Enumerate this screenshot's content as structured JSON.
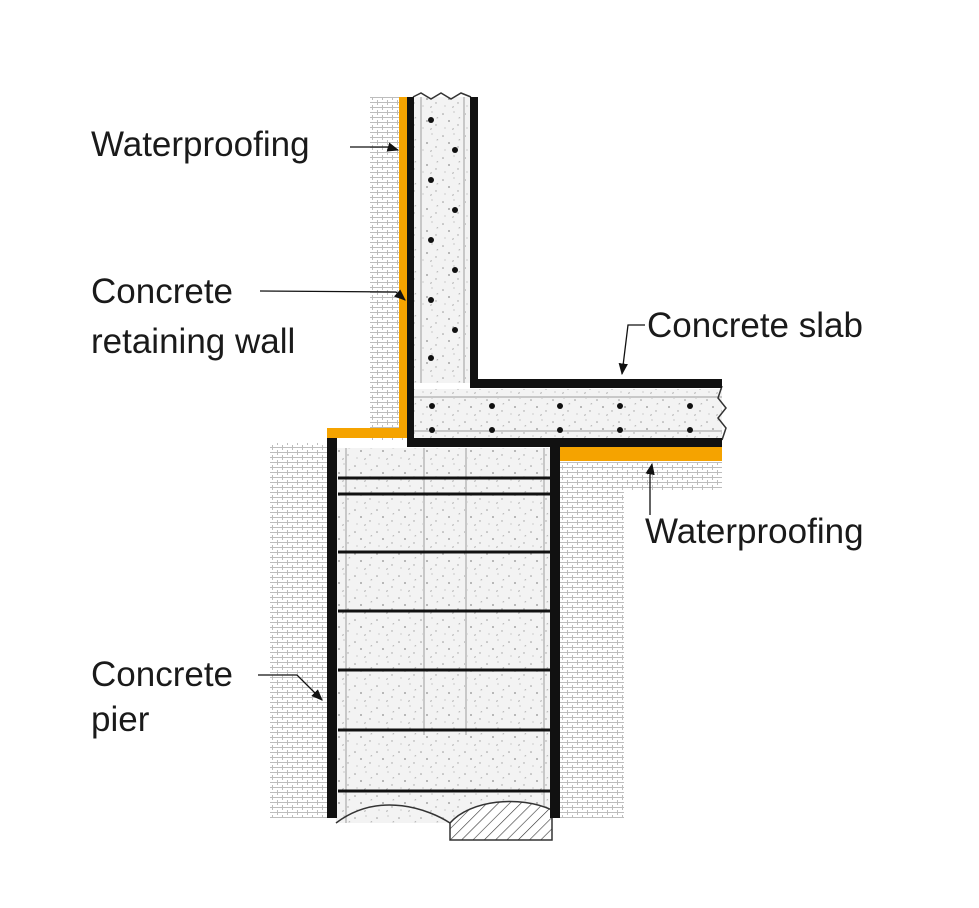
{
  "labels": {
    "waterproofing_wall": "Waterproofing",
    "retaining_wall_line1": "Concrete",
    "retaining_wall_line2": "retaining wall",
    "slab": "Concrete slab",
    "waterproofing_slab": "Waterproofing",
    "pier_line1": "Concrete",
    "pier_line2": "pier"
  },
  "colors": {
    "waterproofing": "#f5a300",
    "structure_outline": "#111111",
    "concrete_fill": "#f2f2f2",
    "rebar": "#c8c8c8",
    "soil_pattern": "#b9b9b9"
  }
}
